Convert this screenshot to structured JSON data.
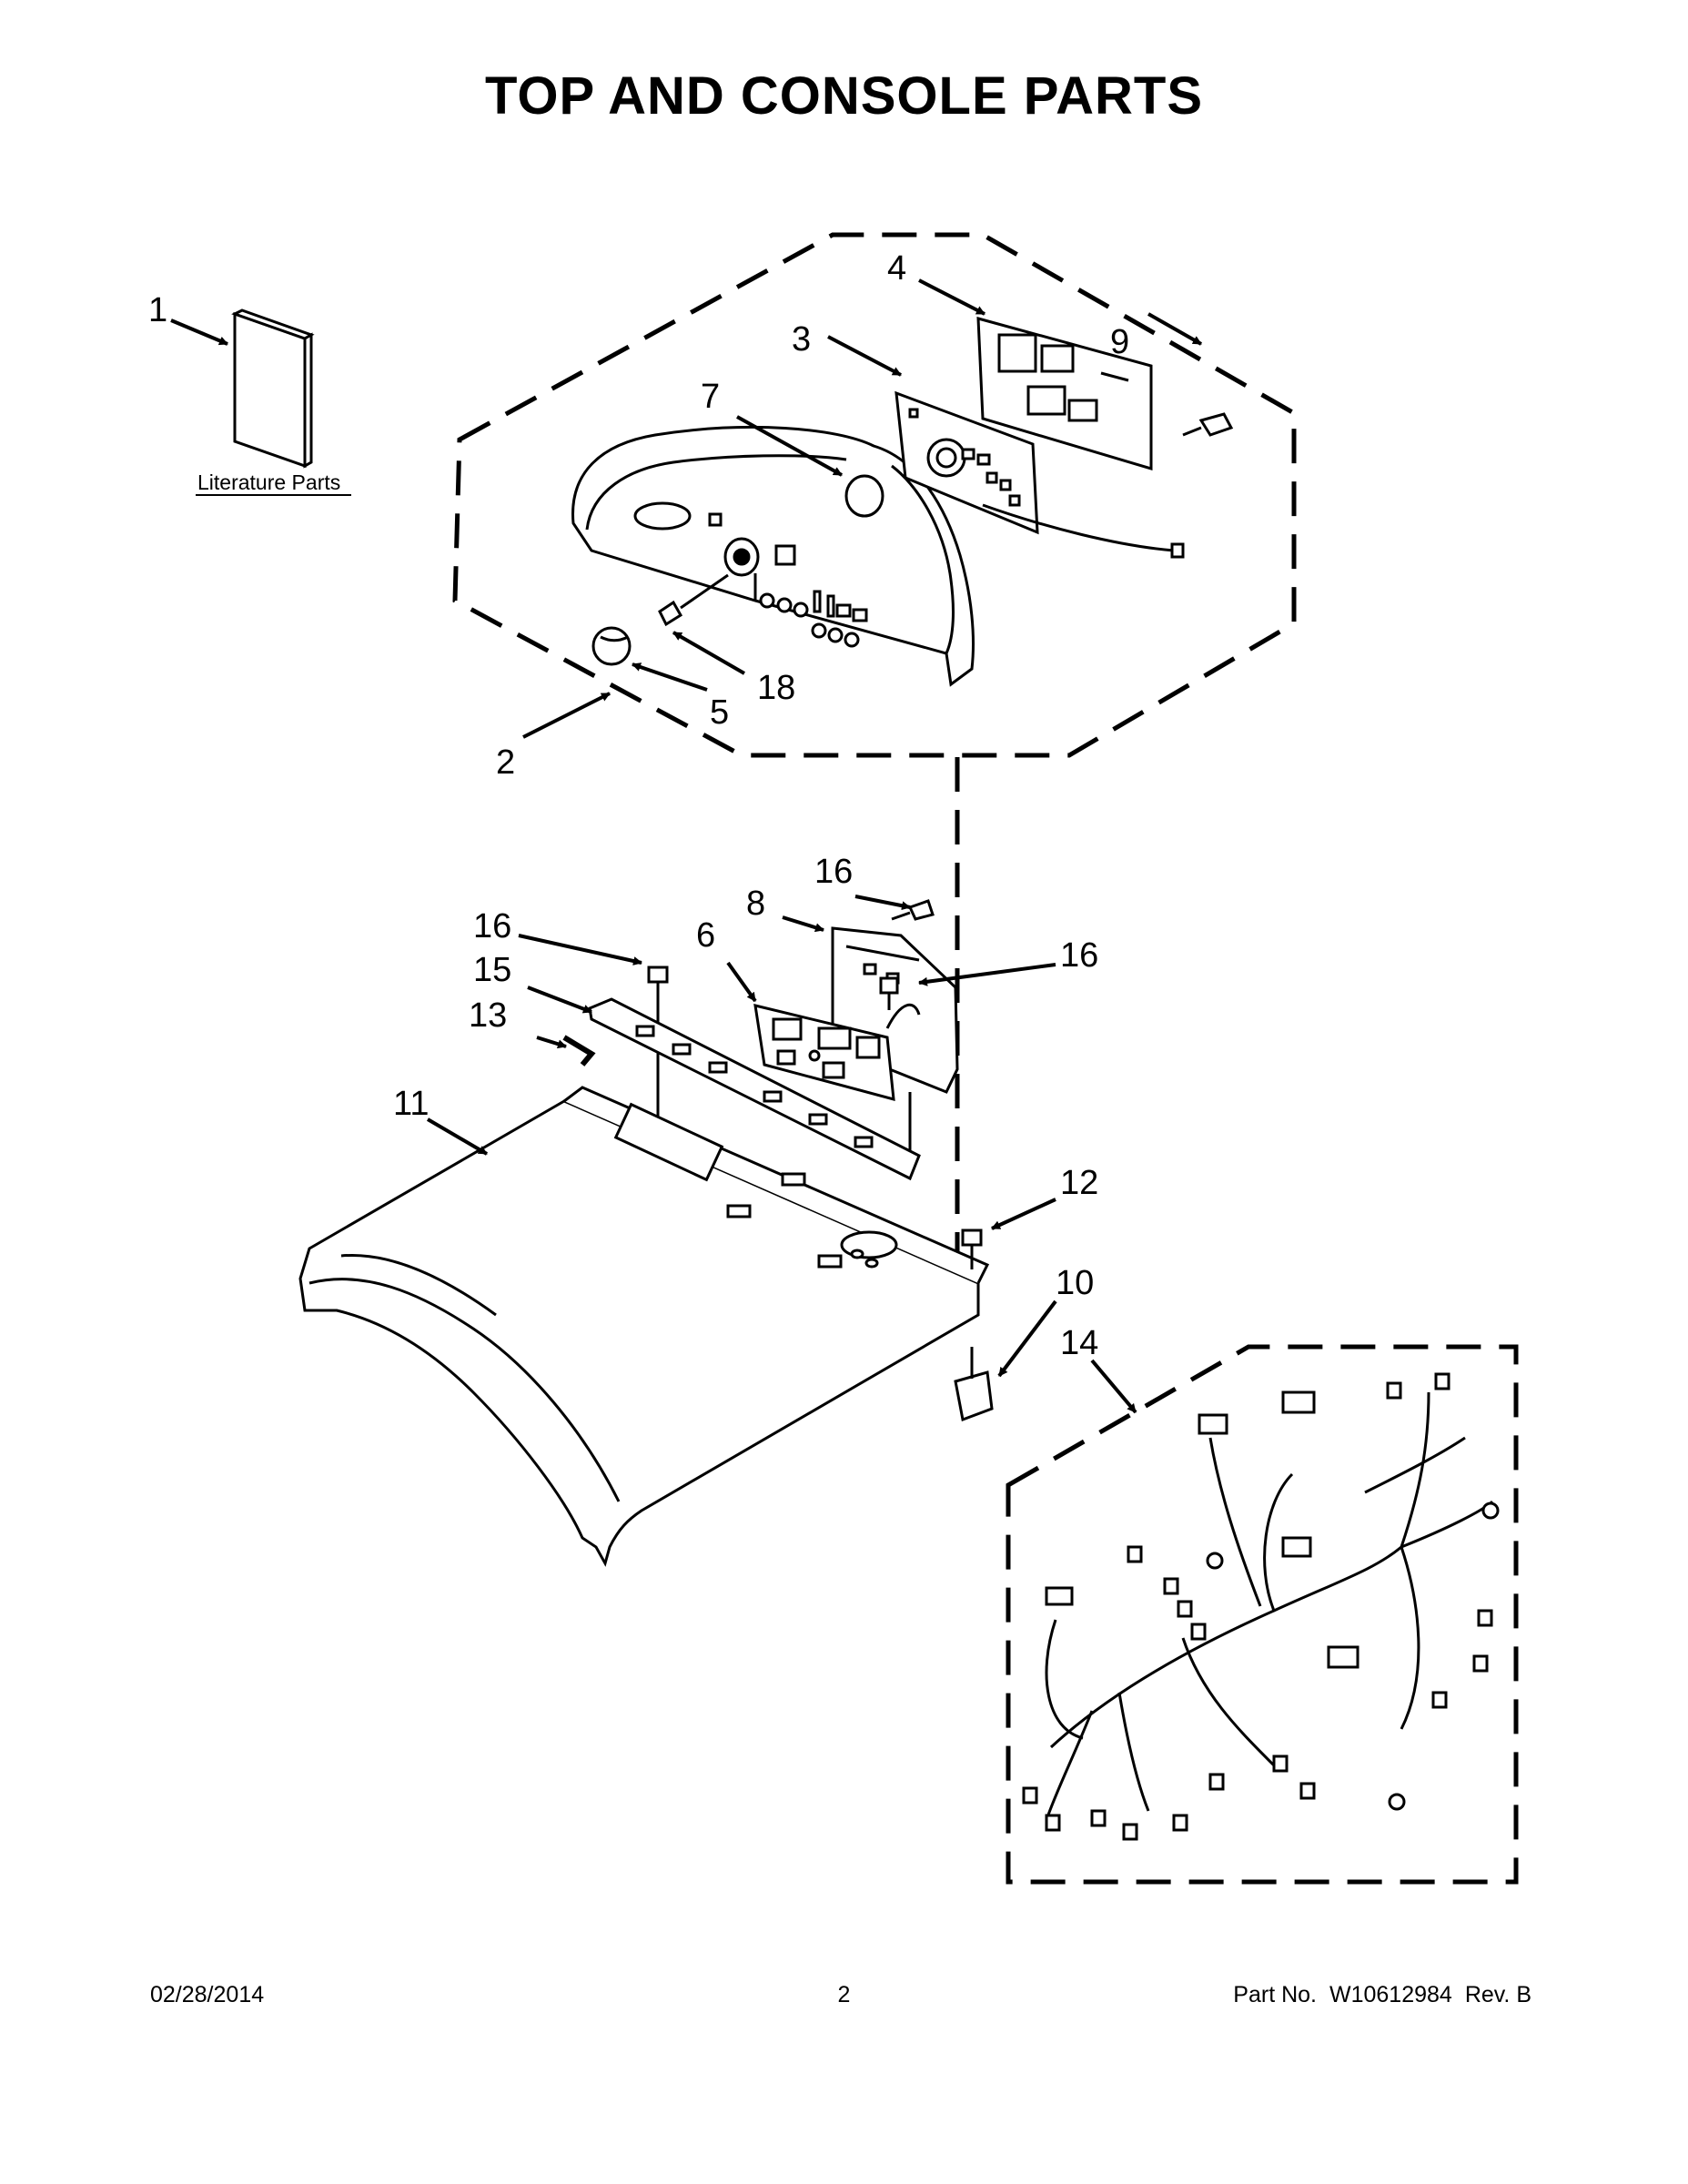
{
  "title": "TOP AND CONSOLE PARTS",
  "literature_label": "Literature Parts",
  "callouts": {
    "c1": "1",
    "c2": "2",
    "c3": "3",
    "c4": "4",
    "c5": "5",
    "c6": "6",
    "c7": "7",
    "c8": "8",
    "c9": "9",
    "c10": "10",
    "c11": "11",
    "c12": "12",
    "c13": "13",
    "c14": "14",
    "c15": "15",
    "c16a": "16",
    "c16b": "16",
    "c16c": "16",
    "c18": "18"
  },
  "footer": {
    "date": "02/28/2014",
    "page": "2",
    "part_label": "Part No.",
    "part_number": "W10612984",
    "revision": "Rev. B"
  }
}
